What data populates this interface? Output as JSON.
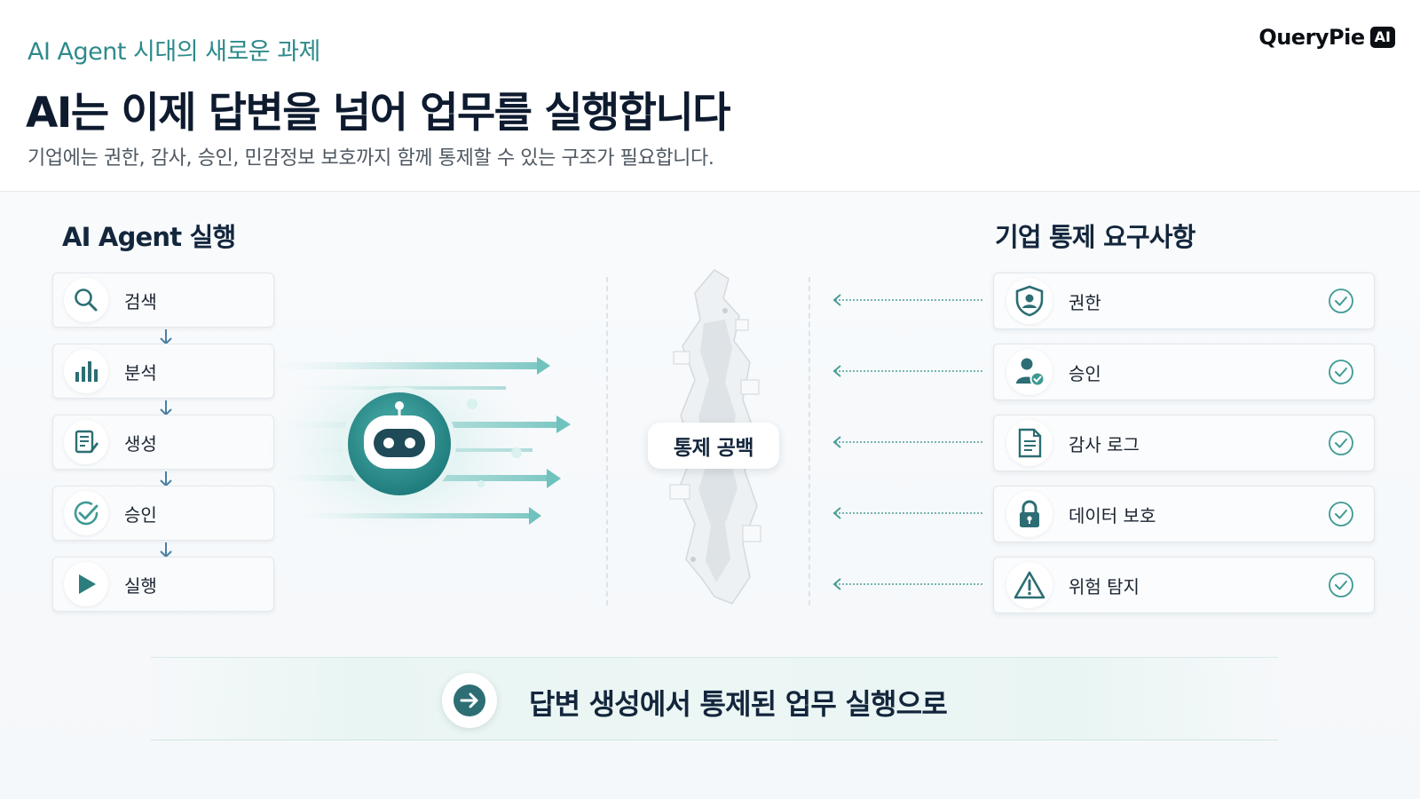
{
  "header": {
    "eyebrow": "AI Agent 시대의 새로운 과제",
    "title": "AI는 이제 답변을 넘어 업무를 실행합니다",
    "subtitle": "기업에는 권한, 감사, 승인, 민감정보 보호까지 함께 통제할 수 있는 구조가 필요합니다."
  },
  "brand": {
    "name": "QueryPie",
    "badge": "AI"
  },
  "left_panel": {
    "title": "AI Agent 실행",
    "steps": [
      {
        "label": "검색",
        "icon": "search-icon"
      },
      {
        "label": "분석",
        "icon": "bar-chart-icon"
      },
      {
        "label": "생성",
        "icon": "document-edit-icon"
      },
      {
        "label": "승인",
        "icon": "check-circle-icon"
      },
      {
        "label": "실행",
        "icon": "play-icon"
      }
    ]
  },
  "center": {
    "gap_label": "통제 공백",
    "robot_icon": "robot-icon"
  },
  "right_panel": {
    "title": "기업 통제 요구사항",
    "items": [
      {
        "label": "권한",
        "icon": "shield-user-icon"
      },
      {
        "label": "승인",
        "icon": "user-check-icon"
      },
      {
        "label": "감사 로그",
        "icon": "document-icon"
      },
      {
        "label": "데이터 보호",
        "icon": "lock-icon"
      },
      {
        "label": "위험 탐지",
        "icon": "warning-icon"
      }
    ]
  },
  "banner": {
    "text": "답변 생성에서 통제된 업무 실행으로",
    "icon": "arrow-right-circle-icon"
  },
  "colors": {
    "accent": "#2e8a8c",
    "dark": "#13263c",
    "teal": "#2c6e73"
  }
}
